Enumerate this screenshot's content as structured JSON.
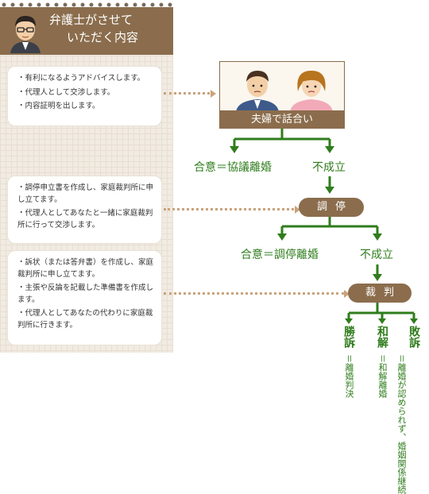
{
  "header": {
    "title_line1": "弁護士がさせて",
    "title_line2": "いただく内容"
  },
  "cards": [
    {
      "items": [
        "・有利になるようアドバイスします。",
        "・代理人として交渉します。",
        "・内容証明を出します。"
      ]
    },
    {
      "items": [
        "・調停申立書を作成し、家庭裁判所に申し立てます。",
        "・代理人としてあなたと一緒に家庭裁判所に行って交渉します。"
      ]
    },
    {
      "items": [
        "・訴状（または答弁書）を作成し、家庭裁判所に申し立てます。",
        "・主張や反論を記載した準備書を作成します。",
        "・代理人としてあなたの代わりに家庭裁判所に行きます。"
      ]
    }
  ],
  "flow": {
    "discussion": "夫婦で話合い",
    "agree_discussion": "合意＝協議離婚",
    "fail_discussion": "不成立",
    "mediation": "調停",
    "agree_mediation": "合意＝調停離婚",
    "fail_mediation": "不成立",
    "trial": "裁判",
    "outcomes": [
      {
        "head": "勝訴",
        "sub": "＝離婚判決"
      },
      {
        "head": "和解",
        "sub": "＝和解離婚"
      },
      {
        "head": "敗訴",
        "sub": "＝離婚が認められず、婚姻関係継続"
      }
    ]
  },
  "colors": {
    "brown": "#8b6d4d",
    "green": "#2f7d1c",
    "dots": "#c9a37c"
  }
}
